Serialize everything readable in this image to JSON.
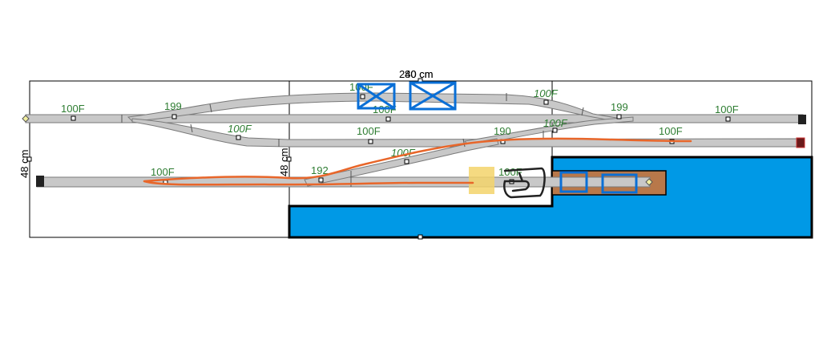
{
  "dimensions": {
    "overall_length": "240 cm",
    "overlap_length": "80 cm",
    "left_height": "48 cm",
    "mid_height": "48 cm"
  },
  "track_labels": {
    "t_top_left_100f": "100F",
    "t_top_left_199": "199",
    "t_upper_loop_100f_a": "100F",
    "t_upper_loop_100f_b": "100F",
    "t_upper_right_100f": "100F",
    "t_right_199": "199",
    "t_top_right_100f": "100F",
    "t_siding_left_100f": "100F",
    "t_siding_mid_100f": "100F",
    "t_siding_190": "190",
    "t_siding_small_100f": "100F",
    "t_right_lower_100f": "100F",
    "t_lower_left_100f": "100F",
    "t_lower_192": "192",
    "t_diag_100f": "100F",
    "t_lower_right_100f": "100F"
  },
  "colors": {
    "track_fill": "#c8c8c8",
    "label_green": "#2e7d32",
    "water_blue": "#0099e6",
    "annotation_blue": "#0a6fd6",
    "route_orange": "#e8662a",
    "highlight_yellow": "#f3d36b",
    "platform_brown": "#b8784a",
    "buffer_dark": "#222222"
  }
}
